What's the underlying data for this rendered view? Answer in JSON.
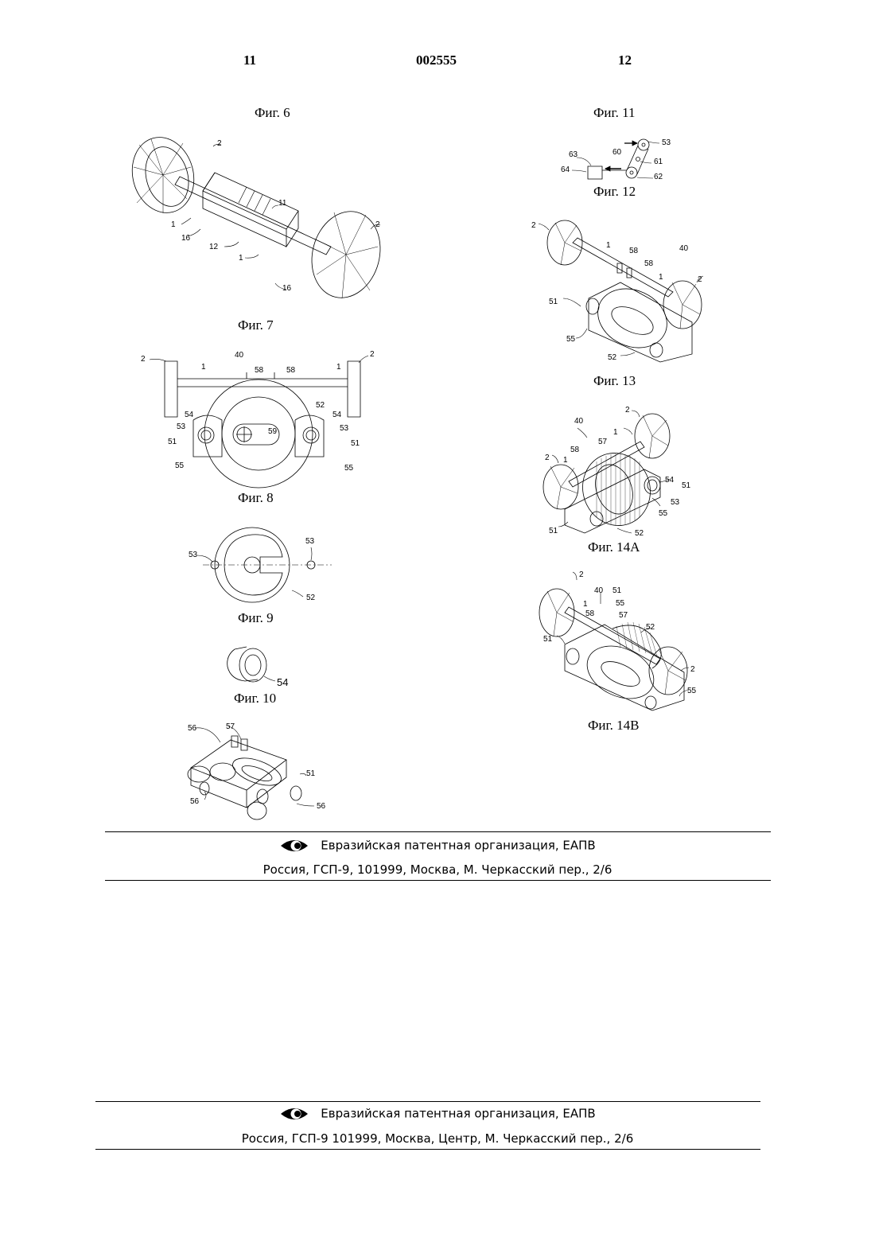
{
  "header": {
    "page_left": "11",
    "patent_number": "002555",
    "page_right": "12"
  },
  "captions": {
    "fig6": "Фиг. 6",
    "fig7": "Фиг. 7",
    "fig8": "Фиг. 8",
    "fig9": "Фиг. 9",
    "fig10": "Фиг. 10",
    "fig11": "Фиг. 11",
    "fig12": "Фиг. 12",
    "fig13": "Фиг. 13",
    "fig14a": "Фиг. 14А",
    "fig14b": "Фиг. 14В"
  },
  "labels": {
    "fig7": [
      "2",
      "11",
      "2",
      "1",
      "16",
      "12",
      "1",
      "16"
    ],
    "fig8": [
      "40",
      "2",
      "2",
      "1",
      "58",
      "58",
      "1",
      "52",
      "54",
      "54",
      "53",
      "53",
      "59",
      "51",
      "51",
      "55",
      "55"
    ],
    "fig9": [
      "53",
      "53",
      "52"
    ],
    "fig10": [
      "54"
    ],
    "fig11": [
      "56",
      "57",
      "57",
      "51",
      "56"
    ],
    "fig12": [
      "53",
      "60",
      "63",
      "61",
      "64",
      "62"
    ],
    "fig13": [
      "2",
      "1",
      "58",
      "58",
      "40",
      "1",
      "2",
      "51",
      "55",
      "52"
    ],
    "fig14a": [
      "2",
      "40",
      "1",
      "57",
      "58",
      "2",
      "1",
      "54",
      "51",
      "53",
      "55",
      "51",
      "52"
    ],
    "fig14b": [
      "2",
      "40",
      "51",
      "1",
      "55",
      "58",
      "57",
      "52",
      "51",
      "2",
      "55"
    ]
  },
  "footer": {
    "block1": {
      "org": "Евразийская патентная организация, ЕАПВ",
      "address": "Россия, ГСП-9, 101999, Москва, М. Черкасский пер., 2/6"
    },
    "block2": {
      "org": "Евразийская патентная организация, ЕАПВ",
      "address": "Россия, ГСП-9 101999, Москва, Центр, М. Черкасский пер., 2/6"
    },
    "logo_icon": "eapo-eye-logo-icon"
  }
}
